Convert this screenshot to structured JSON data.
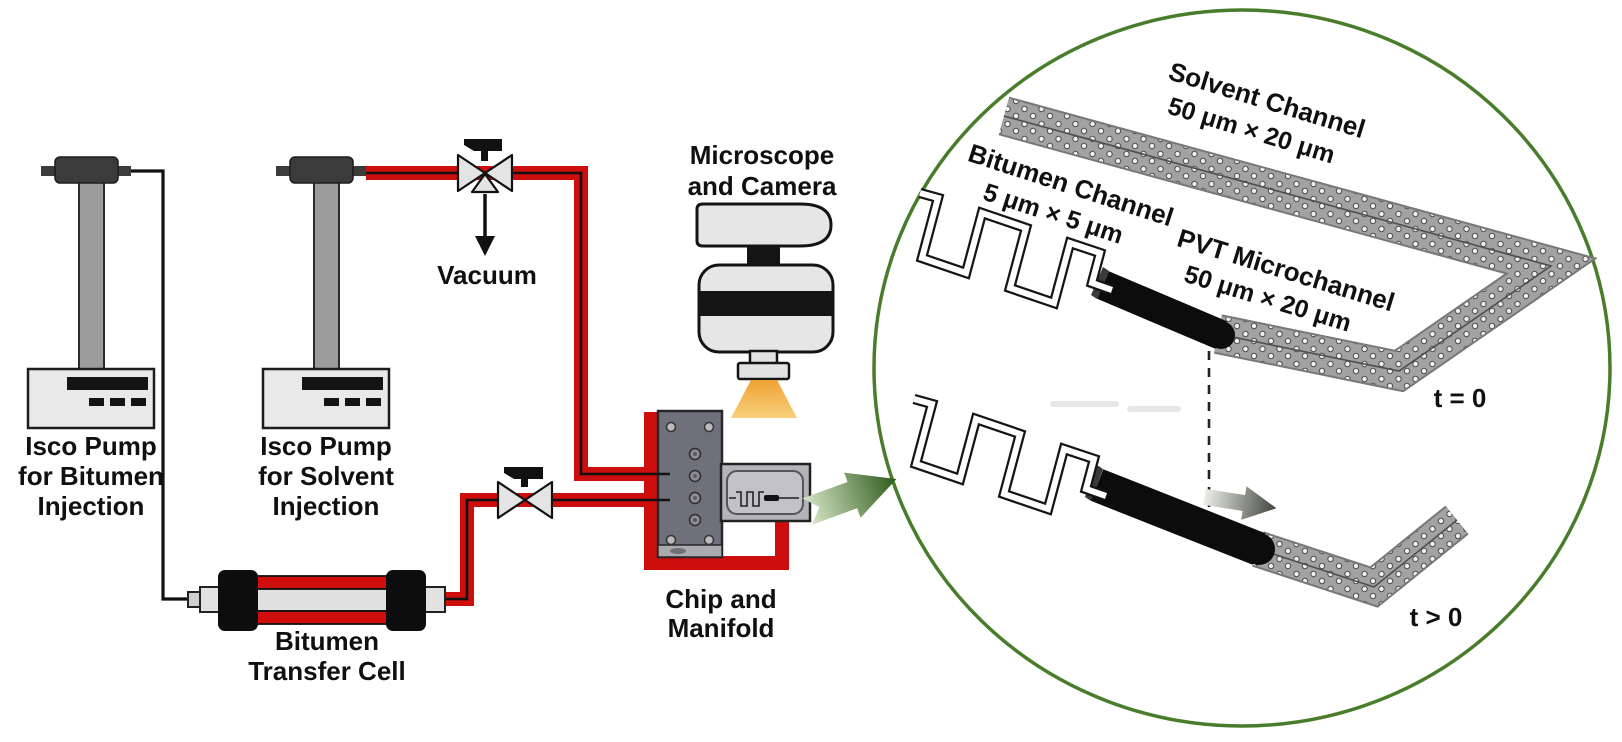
{
  "main": {
    "pump_bitumen": {
      "label": [
        "Isco Pump",
        "for Bitumen",
        "Injection"
      ]
    },
    "pump_solvent": {
      "label": [
        "Isco Pump",
        "for Solvent",
        "Injection"
      ]
    },
    "vacuum_label": "Vacuum",
    "microscope_label": [
      "Microscope",
      "and Camera"
    ],
    "chip_manifold_label": [
      "Chip and",
      "Manifold"
    ],
    "transfer_cell_label": [
      "Bitumen",
      "Transfer Cell"
    ]
  },
  "inset": {
    "solvent_channel_name": "Solvent Channel",
    "solvent_channel_size": "50 μm × 20 μm",
    "bitumen_channel_name": "Bitumen Channel",
    "bitumen_channel_size": "5 μm × 5 μm",
    "pvt_microchannel_name": "PVT Microchannel",
    "pvt_microchannel_size": "50 μm × 20 μm",
    "time_initial": "t = 0",
    "time_later": "t > 0"
  },
  "colors": {
    "tube_red": "#ce0d0d",
    "circle_green": "#4a7d2b",
    "arrow_green": "#2d5a1b",
    "cone_orange": "#f2a431"
  }
}
